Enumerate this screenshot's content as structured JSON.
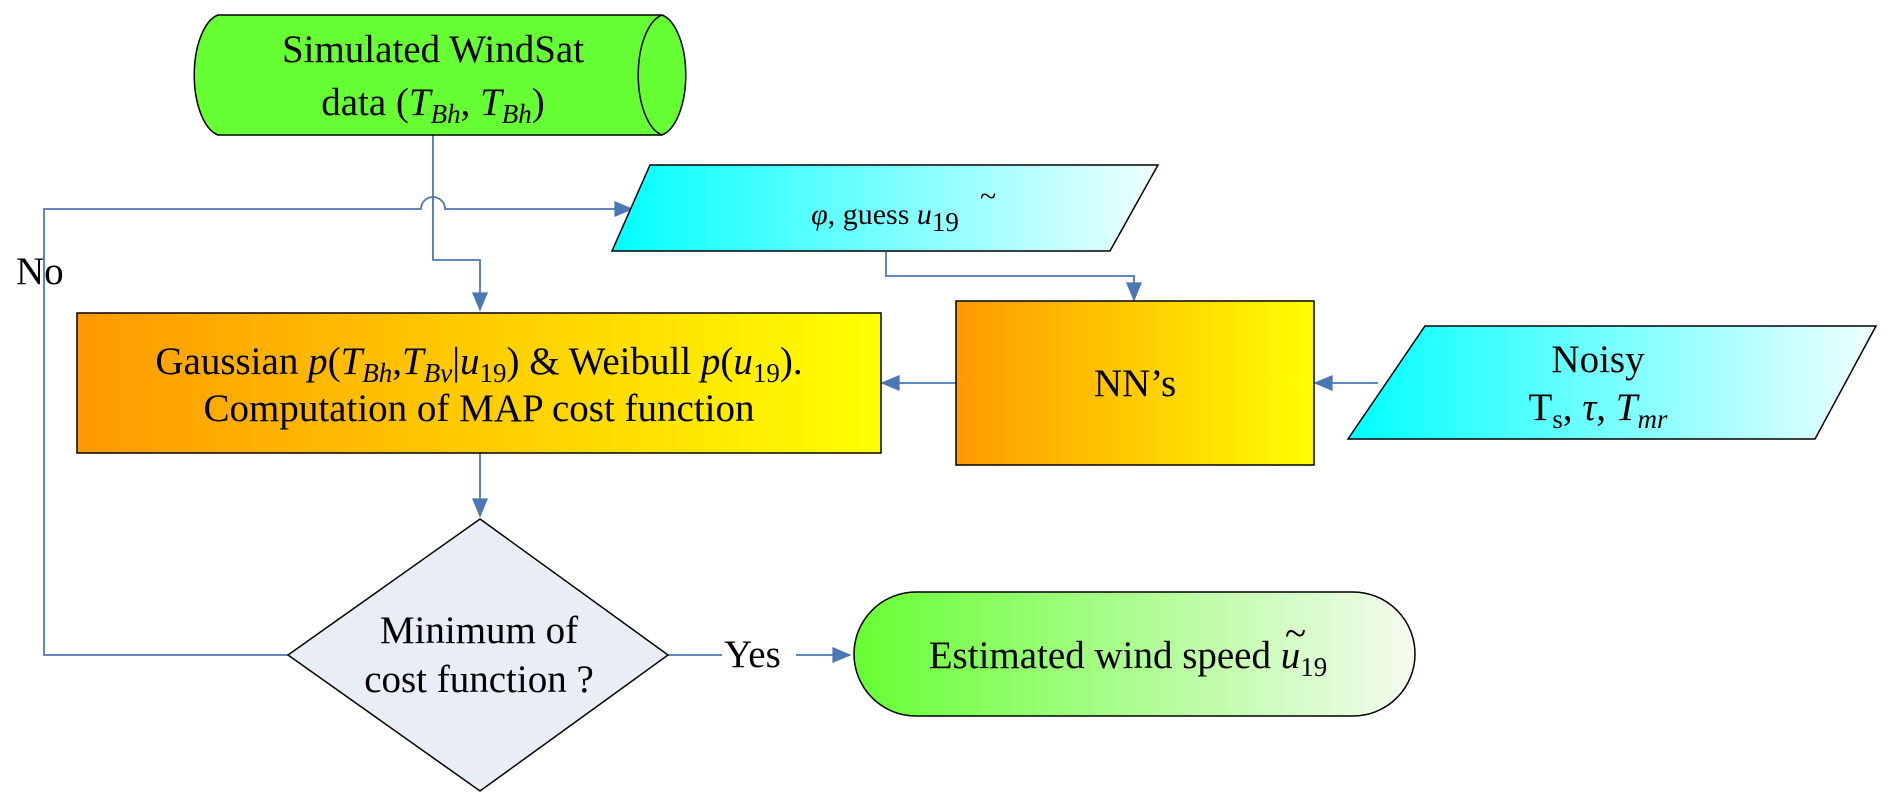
{
  "colors": {
    "connector": "#4a78b5",
    "green": "#66ff33",
    "cyan": "#00ffff",
    "orange": "#ff9900",
    "yellow": "#ffff00",
    "decision_fill": "#e8edf6"
  },
  "nodes": {
    "input_data": {
      "line1": "Simulated WindSat",
      "line2_prefix": "data (",
      "var1": "T",
      "var1_sub": "Bh",
      "sep": ", ",
      "var2": "T",
      "var2_sub": "Bh",
      "line2_suffix": ")"
    },
    "guess": {
      "phi": "φ",
      "text": ",  guess ",
      "u": "u",
      "tilde": "~",
      "u_sub": "19"
    },
    "noisy": {
      "line1": "Noisy",
      "ts": "T",
      "ts_sub": "s",
      "sep1": ",  ",
      "tau": "τ",
      "sep2": ", ",
      "tmr": "T",
      "tmr_sub": "mr"
    },
    "nn": {
      "label": "NN’s"
    },
    "cost": {
      "l1_a": "Gaussian ",
      "l1_p": "p",
      "l1_b": "(",
      "l1_t1": "T",
      "l1_t1_sub": "Bh",
      "l1_c": ",",
      "l1_t2": "T",
      "l1_t2_sub": "Bv",
      "l1_d": "|",
      "l1_u": "u",
      "l1_u_sub": "19",
      "l1_e": ") & Weibull ",
      "l1_p2": "p",
      "l1_f": "(",
      "l1_u2": "u",
      "l1_u2_sub": "19",
      "l1_g": ").",
      "line2": "Computation of MAP cost function"
    },
    "decision": {
      "line1": "Minimum of",
      "line2": "cost function ?"
    },
    "output": {
      "text": "Estimated wind speed ",
      "u": "u",
      "tilde": "~",
      "u_sub": "19"
    }
  },
  "edge_labels": {
    "no": "No",
    "yes": "Yes"
  }
}
